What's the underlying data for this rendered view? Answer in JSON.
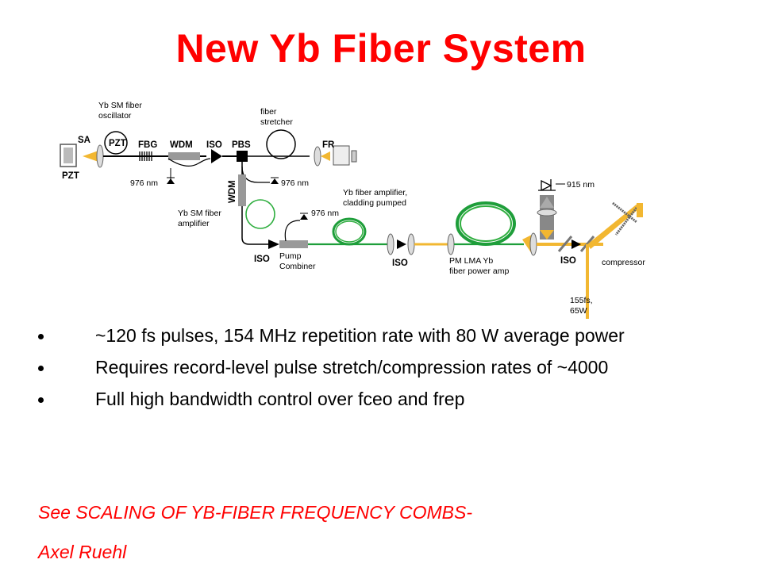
{
  "slide": {
    "title": "New Yb Fiber System"
  },
  "diagram": {
    "labels": {
      "osc_title_1": "Yb SM fiber",
      "osc_title_2": "oscillator",
      "sa": "SA",
      "pzt_circle": "PZT",
      "pzt_left": "PZT",
      "fbg": "FBG",
      "wdm_top": "WDM",
      "iso_top": "ISO",
      "pbs": "PBS",
      "stretcher_1": "fiber",
      "stretcher_2": "stretcher",
      "fr": "FR",
      "pump_976_a": "976 nm",
      "pump_976_b": "976 nm",
      "pump_976_c": "976 nm",
      "wdm_vert": "WDM",
      "sm_amp_1": "Yb SM fiber",
      "sm_amp_2": "amplifier",
      "iso_lower": "ISO",
      "pump_comb_1": "Pump",
      "pump_comb_2": "Combiner",
      "clad_amp_1": "Yb fiber amplifier,",
      "clad_amp_2": "cladding pumped",
      "iso_mid": "ISO",
      "pm_lma_1": "PM LMA Yb",
      "pm_lma_2": "fiber power amp",
      "pump_915": "915 nm",
      "iso_right": "ISO",
      "compressor": "compressor",
      "output_1": "155fs,",
      "output_2": "65W"
    }
  },
  "bullets": [
    "~120 fs pulses, 154 MHz repetition rate with 80 W average power",
    "Requires record-level pulse stretch/compression rates of ~4000",
    "Full high bandwidth control over fceo and frep"
  ],
  "reference": {
    "line1": "See SCALING OF YB-FIBER FREQUENCY COMBS-",
    "line2": "Axel Ruehl"
  },
  "colors": {
    "title": "#ff0000",
    "beam": "#f2b731",
    "fiber_green": "#1e9e3a",
    "reference": "#ff0000"
  }
}
